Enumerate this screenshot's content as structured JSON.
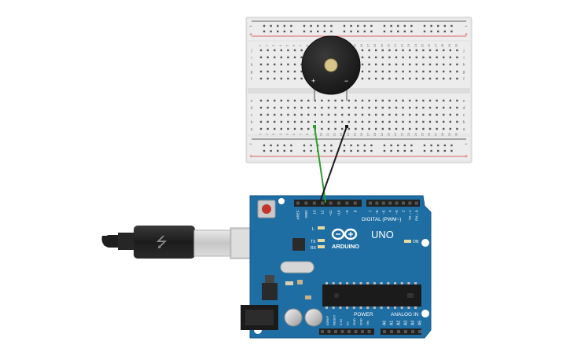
{
  "breadboard": {
    "power_plus": "+",
    "power_minus": "−",
    "row_labels_top": [
      "j",
      "i",
      "h",
      "g",
      "f"
    ],
    "row_labels_bottom": [
      "e",
      "d",
      "c",
      "b",
      "a"
    ],
    "column_numbers": [
      "1",
      "2",
      "3",
      "4",
      "5",
      "6",
      "7",
      "8",
      "9",
      "10",
      "11",
      "12",
      "13",
      "14",
      "15",
      "16",
      "17",
      "18",
      "19",
      "20",
      "21",
      "22",
      "23",
      "24",
      "25",
      "26",
      "27",
      "28",
      "29",
      "30"
    ]
  },
  "buzzer": {
    "plus_label": "+",
    "minus_label": "−"
  },
  "arduino": {
    "brand": "ARDUINO",
    "model": "UNO",
    "digital_header_label": "DIGITAL (PWM~)",
    "power_header_label": "POWER",
    "analog_header_label": "ANALOG IN",
    "led_labels": [
      "L",
      "TX",
      "RX"
    ],
    "on_label": "ON",
    "digital_pins": [
      "AREF",
      "GND",
      "13",
      "12",
      "~11",
      "~10",
      "~9",
      "8",
      "7",
      "~6",
      "~5",
      "4",
      "~3",
      "2",
      "TX→1",
      "RX←0"
    ],
    "power_pins": [
      "IOREF",
      "RESET",
      "3.3V",
      "5V",
      "GND",
      "GND",
      "Vin"
    ],
    "analog_pins": [
      "A0",
      "A1",
      "A2",
      "A3",
      "A4",
      "A5"
    ]
  },
  "wires": {
    "colors": {
      "green": "#2e9e2e",
      "black": "#1a1a1a"
    }
  },
  "usb_cable": {
    "usb_symbol": "⭍"
  }
}
